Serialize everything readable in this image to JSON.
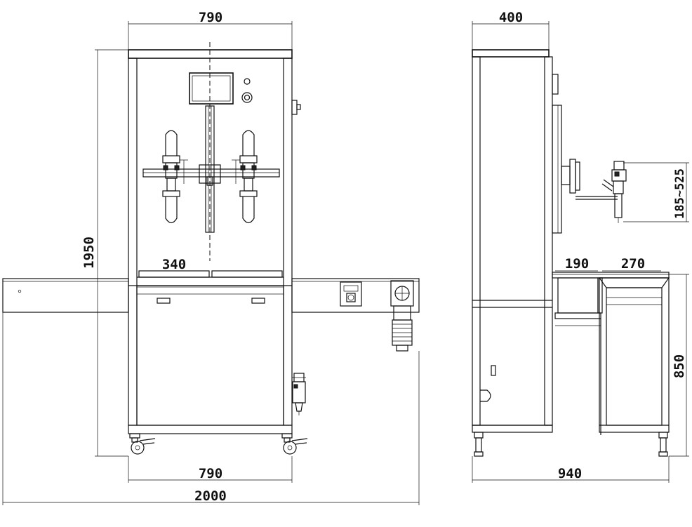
{
  "front_view": {
    "dims": {
      "top_width": "790",
      "height": "1950",
      "tray_width": "340",
      "base_width": "790",
      "overall_length": "2000"
    }
  },
  "side_view": {
    "dims": {
      "top_depth": "400",
      "nozzle_range": "185~525",
      "part_a": "190",
      "part_b": "270",
      "conveyor_height": "850",
      "overall_depth": "940"
    }
  }
}
